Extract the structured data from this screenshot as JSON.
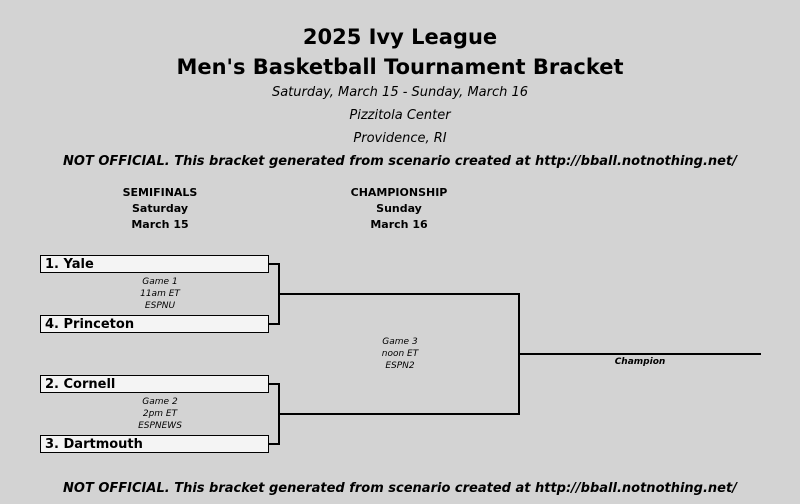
{
  "header": {
    "title_line1": "2025 Ivy League",
    "title_line2": "Men's Basketball Tournament Bracket",
    "dates": "Saturday, March 15 - Sunday, March 16",
    "venue": "Pizzitola Center",
    "location": "Providence, RI",
    "disclaimer": "NOT OFFICIAL.  This bracket generated from scenario created at http://bball.notnothing.net/"
  },
  "rounds": [
    {
      "name": "SEMIFINALS",
      "day": "Saturday",
      "date": "March 15"
    },
    {
      "name": "CHAMPIONSHIP",
      "day": "Sunday",
      "date": "March 16"
    }
  ],
  "teams": [
    {
      "label": "1. Yale"
    },
    {
      "label": "4. Princeton"
    },
    {
      "label": "2. Cornell"
    },
    {
      "label": "3. Dartmouth"
    }
  ],
  "games": [
    {
      "name": "Game 1",
      "time": "11am ET",
      "network": "ESPNU"
    },
    {
      "name": "Game 2",
      "time": "2pm ET",
      "network": "ESPNEWS"
    },
    {
      "name": "Game 3",
      "time": "noon ET",
      "network": "ESPN2"
    }
  ],
  "champion_label": "Champion",
  "footer": {
    "disclaimer": "NOT OFFICIAL.  This bracket generated from scenario created at http://bball.notnothing.net/"
  }
}
